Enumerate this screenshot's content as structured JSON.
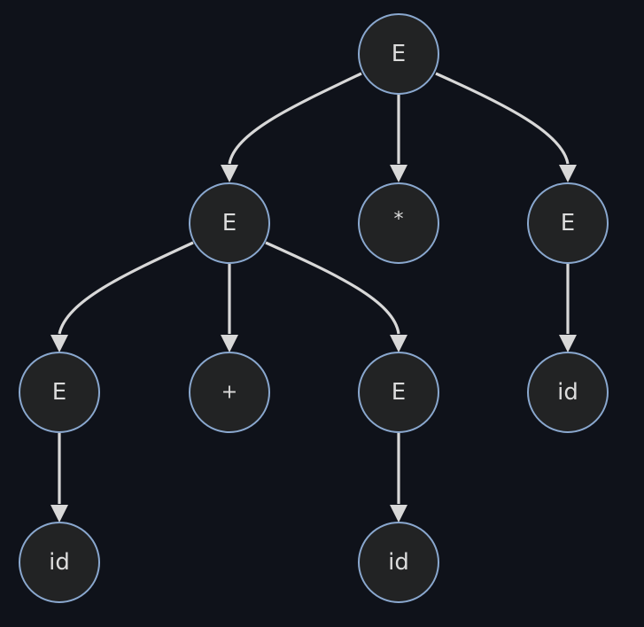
{
  "colors": {
    "background": "#0f121a",
    "node_fill": "#222324",
    "node_stroke": "#8aa8cf",
    "edge": "#d8d8d8",
    "text": "#dcdcdc"
  },
  "nodes": {
    "root": {
      "label": "E"
    },
    "left_e": {
      "label": "E"
    },
    "star": {
      "label": "*"
    },
    "right_e": {
      "label": "E"
    },
    "ll_e": {
      "label": "E"
    },
    "plus": {
      "label": "+"
    },
    "lr_e": {
      "label": "E"
    },
    "right_id": {
      "label": "id"
    },
    "ll_id": {
      "label": "id"
    },
    "lr_id": {
      "label": "id"
    }
  },
  "edges": [
    {
      "from": "root",
      "to": "left_e"
    },
    {
      "from": "root",
      "to": "star"
    },
    {
      "from": "root",
      "to": "right_e"
    },
    {
      "from": "left_e",
      "to": "ll_e"
    },
    {
      "from": "left_e",
      "to": "plus"
    },
    {
      "from": "left_e",
      "to": "lr_e"
    },
    {
      "from": "right_e",
      "to": "right_id"
    },
    {
      "from": "ll_e",
      "to": "ll_id"
    },
    {
      "from": "lr_e",
      "to": "lr_id"
    }
  ]
}
